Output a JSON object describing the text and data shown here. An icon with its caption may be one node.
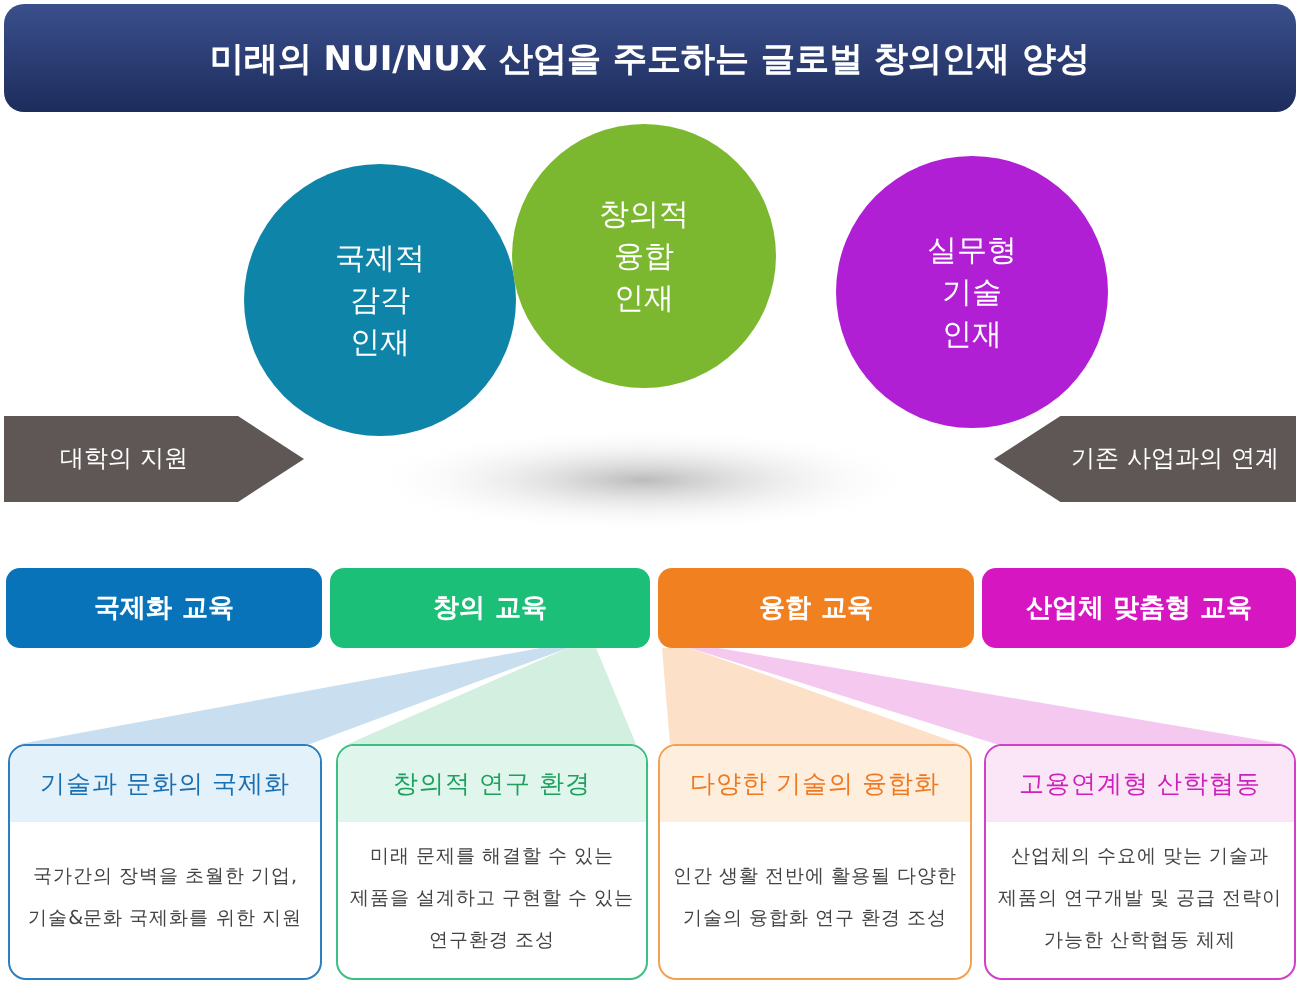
{
  "diagram": {
    "title": "미래의 NUI/NUX 산업을 주도하는 글로벌 창의인재 양성",
    "nodes": [
      {
        "text": [
          "국제적 감각 인재"
        ]
      },
      {
        "text": [
          "창의적 융합 인재"
        ]
      },
      {
        "text": [
          "실무형 기술 인재"
        ]
      },
      {
        "text": [
          "대학의 지원"
        ]
      },
      {
        "text": [
          "기존 사업과의 연계"
        ]
      },
      {
        "text": [
          "국제화 교육"
        ]
      },
      {
        "text": [
          "창의 교육"
        ]
      },
      {
        "text": [
          "융합 교육"
        ]
      },
      {
        "text": [
          "산업체 맞춤형 교육"
        ]
      },
      {
        "text": [
          "기술과 문화의 국제화",
          "국가간의 장벽을 초월한 기업, 기술&문화 국제화를 위한 지원"
        ]
      },
      {
        "text": [
          "창의적 연구 환경",
          "미래 문제를 해결할 수 있는 제품을 설계하고 구현할 수 있는 연구환경 조성"
        ]
      },
      {
        "text": [
          "다양한 기술의 융합화",
          "인간 생활 전반에 활용될 다양한 기술의 융합화 연구 환경 조성"
        ]
      },
      {
        "text": [
          "고용연계형 산학협동",
          "산업체의 수요에 맞는 기술과 제품의 연구개발 및 공급 전략이 가능한 산학협동 체제"
        ]
      }
    ],
    "edges": [
      {
        "from": 6,
        "to": 9,
        "arrow": "none",
        "color": "#c9dff0"
      },
      {
        "from": 6,
        "to": 10,
        "arrow": "none",
        "color": "#d2efe0"
      },
      {
        "from": 7,
        "to": 11,
        "arrow": "none",
        "color": "#fde0c8"
      },
      {
        "from": 7,
        "to": 12,
        "arrow": "none",
        "color": "#f5c8ef"
      }
    ]
  }
}
